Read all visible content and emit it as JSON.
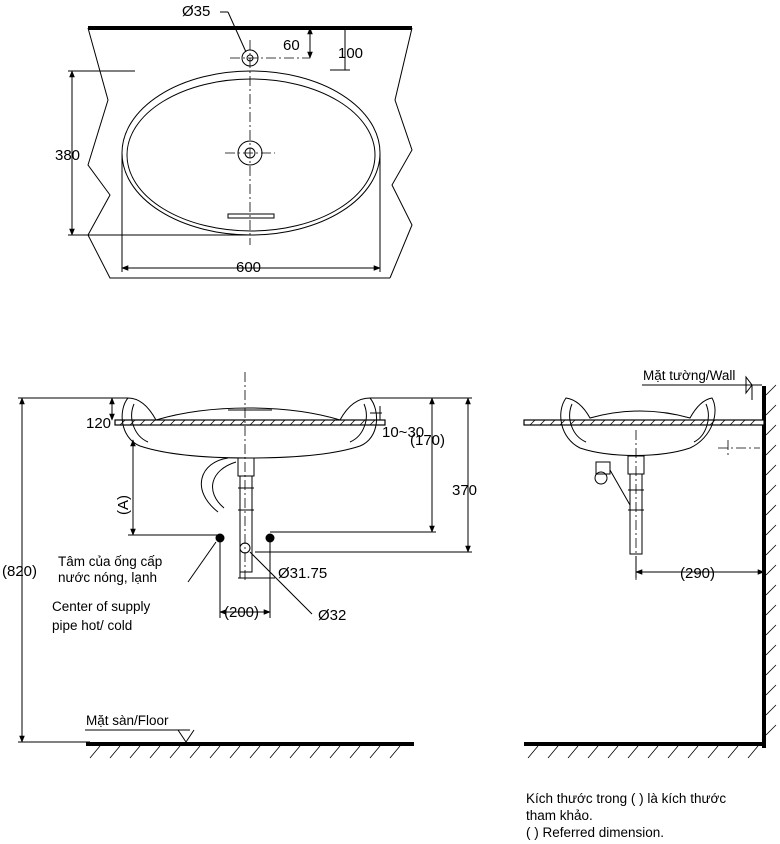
{
  "top_view": {
    "hole_dia": "Ø35",
    "dim_60": "60",
    "dim_100": "100",
    "dim_380": "380",
    "dim_600": "600"
  },
  "front_view": {
    "dim_120": "120",
    "dim_10_30": "10~30",
    "dim_170": "(170)",
    "dim_370": "370",
    "dim_A": "(A)",
    "dim_820": "(820)",
    "dim_200": "(200)",
    "dia_3175": "Ø31.75",
    "dia_32": "Ø32",
    "supply_vi_1": "Tâm của ống cấp",
    "supply_vi_2": "nước nóng, lạnh",
    "supply_en_1": "Center of supply",
    "supply_en_2": "pipe hot/ cold",
    "floor": "Mặt sàn/Floor"
  },
  "side_view": {
    "wall": "Mặt tường/Wall",
    "dim_290": "(290)"
  },
  "notes": {
    "line1": "Kích thước trong ( ) là kích thước",
    "line2": "tham khảo.",
    "line3": "( ) Referred dimension."
  }
}
